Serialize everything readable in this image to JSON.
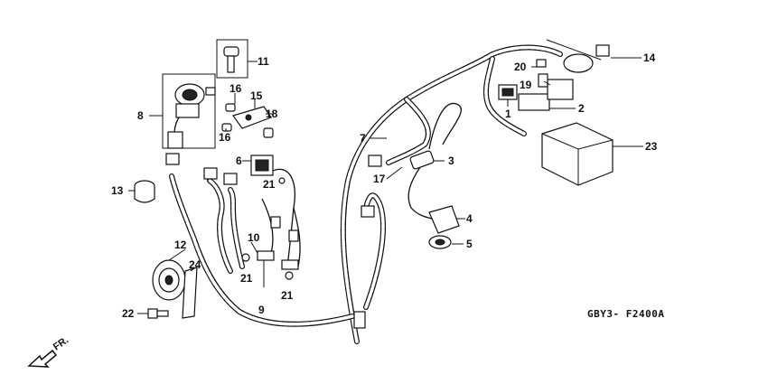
{
  "diagram": {
    "code": "GBY3- F2400A",
    "direction_label": "FR."
  },
  "callouts": [
    {
      "id": "c1",
      "label": "1"
    },
    {
      "id": "c2",
      "label": "2"
    },
    {
      "id": "c3",
      "label": "3"
    },
    {
      "id": "c4",
      "label": "4"
    },
    {
      "id": "c5",
      "label": "5"
    },
    {
      "id": "c6",
      "label": "6"
    },
    {
      "id": "c7",
      "label": "7"
    },
    {
      "id": "c8",
      "label": "8"
    },
    {
      "id": "c9",
      "label": "9"
    },
    {
      "id": "c10",
      "label": "10"
    },
    {
      "id": "c11",
      "label": "11"
    },
    {
      "id": "c12",
      "label": "12"
    },
    {
      "id": "c13",
      "label": "13"
    },
    {
      "id": "c14",
      "label": "14"
    },
    {
      "id": "c15",
      "label": "15"
    },
    {
      "id": "c16a",
      "label": "16"
    },
    {
      "id": "c16b",
      "label": "16"
    },
    {
      "id": "c17",
      "label": "17"
    },
    {
      "id": "c18",
      "label": "18"
    },
    {
      "id": "c19",
      "label": "19"
    },
    {
      "id": "c20",
      "label": "20"
    },
    {
      "id": "c21a",
      "label": "21"
    },
    {
      "id": "c21b",
      "label": "21"
    },
    {
      "id": "c21c",
      "label": "21"
    },
    {
      "id": "c22",
      "label": "22"
    },
    {
      "id": "c23",
      "label": "23"
    },
    {
      "id": "c24",
      "label": "24"
    }
  ]
}
